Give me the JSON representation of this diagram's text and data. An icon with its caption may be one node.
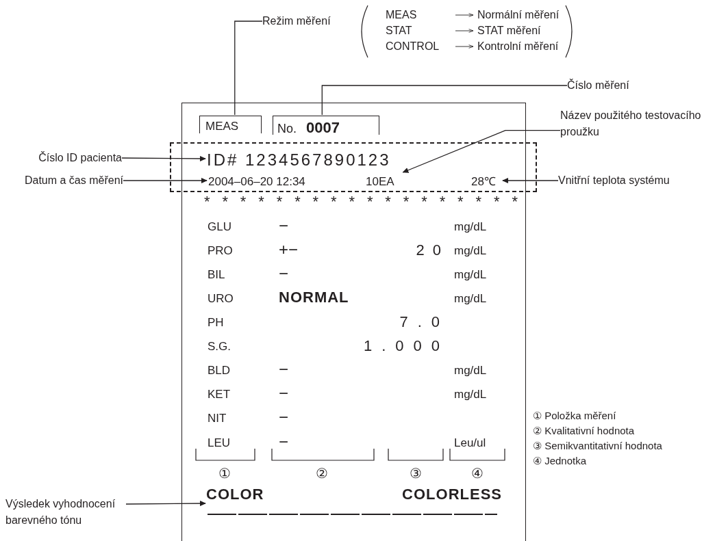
{
  "diagram": {
    "nodes": [
      {
        "text": [],
        "shape": "box"
      },
      {
        "text": [
          "Režim měření"
        ]
      },
      {
        "text": [
          "MEAS"
        ],
        "in": 0
      },
      {
        "text": [
          "Číslo měření"
        ]
      },
      {
        "text": [
          "No.",
          "0007"
        ],
        "in": 0
      },
      {
        "text": [],
        "shape": "box"
      },
      {
        "text": [
          "ID# 1234567890123"
        ],
        "in": 5
      },
      {
        "text": [
          "2004–06–20 12:34"
        ],
        "in": 5
      },
      {
        "text": [
          "10EA"
        ],
        "in": 5
      },
      {
        "text": [
          "28℃"
        ],
        "in": 5
      },
      {
        "text": [
          "Číslo ID pacienta"
        ]
      },
      {
        "text": [
          "Datum a čas měření"
        ]
      },
      {
        "text": [
          "Název použitého testovacího proužku"
        ]
      },
      {
        "text": [
          "Vnitřní teplota systému"
        ]
      },
      {
        "text": [
          "COLOR",
          "COLORLESS"
        ],
        "in": 0
      },
      {
        "text": [
          "Výsledek vyhodnocení barevného tónu"
        ]
      }
    ],
    "edges": [
      {
        "from": 1,
        "to": 2,
        "arrow": "none"
      },
      {
        "from": 3,
        "to": 4,
        "arrow": "none"
      },
      {
        "from": 10,
        "to": 6,
        "arrow": "to"
      },
      {
        "from": 11,
        "to": 7,
        "arrow": "to"
      },
      {
        "from": 12,
        "to": 8,
        "arrow": "to"
      },
      {
        "from": 13,
        "to": 9,
        "arrow": "to"
      },
      {
        "from": 15,
        "to": 14,
        "arrow": "to"
      }
    ],
    "labels": [
      "MEAS",
      "Normální měření",
      "STAT",
      "STAT měření",
      "CONTROL",
      "Kontrolní měření",
      "* * * * * * * * * * * * * * * * * *",
      "GLU",
      "−",
      "mg/dL",
      "PRO",
      "+−",
      "20",
      "mg/dL",
      "BIL",
      "−",
      "mg/dL",
      "URO",
      "NORMAL",
      "mg/dL",
      "PH",
      "7.0",
      "S.G.",
      "1.000",
      "BLD",
      "−",
      "mg/dL",
      "KET",
      "−",
      "mg/dL",
      "NIT",
      "−",
      "LEU",
      "−",
      "Leu/ul",
      "①",
      "②",
      "③",
      "④",
      "① Položka měření",
      "② Kvalitativní hodnota",
      "③ Semikvantitativní hodnota",
      "④ Jednotka"
    ]
  }
}
